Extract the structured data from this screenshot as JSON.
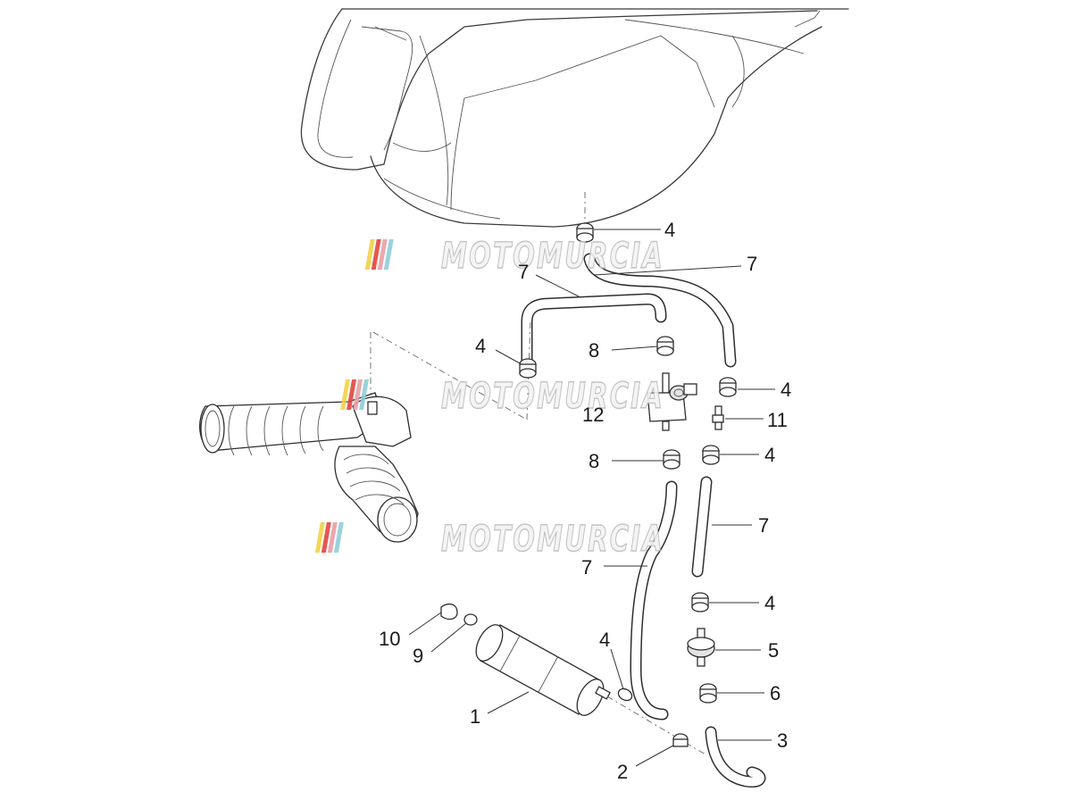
{
  "diagram": {
    "callouts": [
      {
        "id": "c4a",
        "label": "4"
      },
      {
        "id": "c7a",
        "label": "7"
      },
      {
        "id": "c7b",
        "label": "7"
      },
      {
        "id": "c4b",
        "label": "4"
      },
      {
        "id": "c8a",
        "label": "8"
      },
      {
        "id": "c4c",
        "label": "4"
      },
      {
        "id": "c12",
        "label": "12"
      },
      {
        "id": "c11",
        "label": "11"
      },
      {
        "id": "c8b",
        "label": "8"
      },
      {
        "id": "c4d",
        "label": "4"
      },
      {
        "id": "c7c",
        "label": "7"
      },
      {
        "id": "c7d",
        "label": "7"
      },
      {
        "id": "c4e",
        "label": "4"
      },
      {
        "id": "c10",
        "label": "10"
      },
      {
        "id": "c4f",
        "label": "4"
      },
      {
        "id": "c5",
        "label": "5"
      },
      {
        "id": "c9",
        "label": "9"
      },
      {
        "id": "c6",
        "label": "6"
      },
      {
        "id": "c1",
        "label": "1"
      },
      {
        "id": "c3",
        "label": "3"
      },
      {
        "id": "c2",
        "label": "2"
      }
    ]
  },
  "watermark": {
    "text": "MOTOMURCIA",
    "stripe_colors": [
      "#f2d24a",
      "#e0473f",
      "#e7a0a6",
      "#8fcfd8"
    ]
  }
}
